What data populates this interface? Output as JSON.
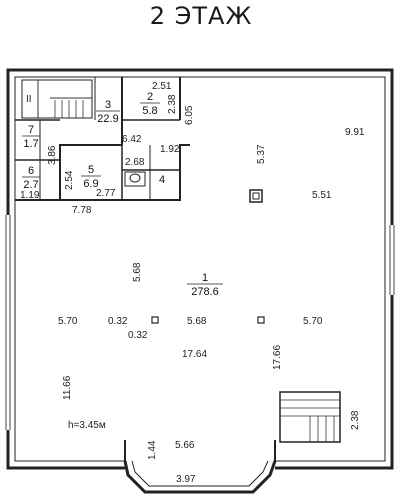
{
  "title": "2 ЭТАЖ",
  "ceiling_height": "h=3.45м",
  "stair_mark": "II",
  "rooms": [
    {
      "number": "1",
      "area": "278.6"
    },
    {
      "number": "2",
      "area": "5.8"
    },
    {
      "number": "3",
      "area": "22.9"
    },
    {
      "number": "4",
      "area": ""
    },
    {
      "number": "5",
      "area": "6.9"
    },
    {
      "number": "6",
      "area": "2.7"
    },
    {
      "number": "7",
      "area": "1.7"
    }
  ],
  "dimensions": [
    "2.51",
    "2.38",
    "6.05",
    "6.42",
    "1.92",
    "2.68",
    "3.86",
    "2.54",
    "2.77",
    "1.19",
    "7.78",
    "5.37",
    "9.91",
    "5.51",
    "5.68",
    "0.32",
    "0.32",
    "5.70",
    "5.68",
    "5.70",
    "17.64",
    "17.66",
    "11.66",
    "2.38",
    "1.44",
    "5.66",
    "3.97"
  ]
}
